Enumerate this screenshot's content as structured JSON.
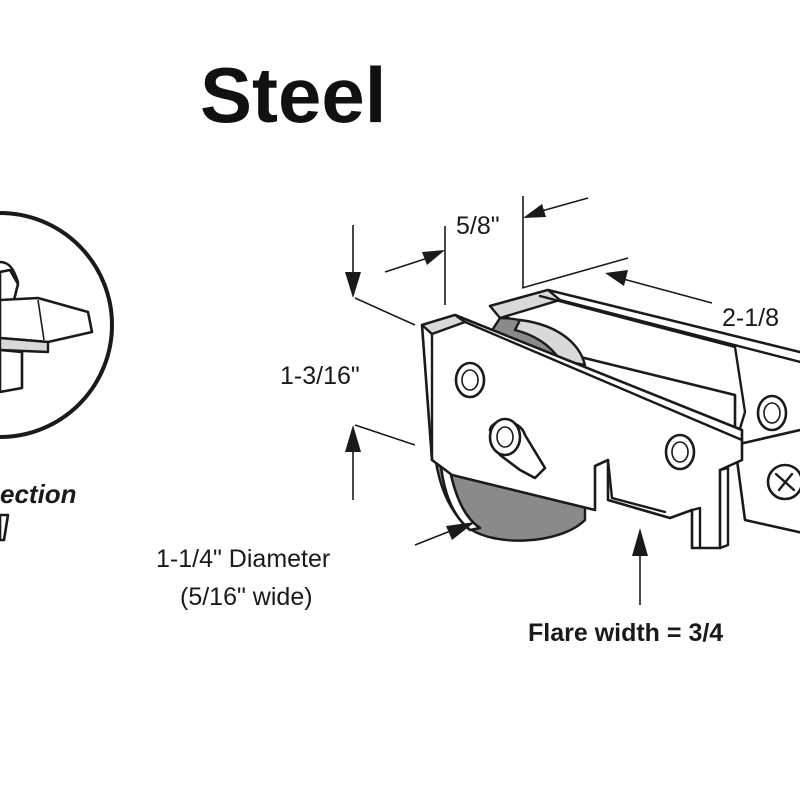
{
  "title": "Steel",
  "inset_caption": "ection",
  "dimensions": {
    "width_top": "5/8\"",
    "length": "2-1/8",
    "height": "1-3/16\"",
    "wheel_diameter": "1-1/4\" Diameter",
    "wheel_width": "(5/16\" wide)",
    "flare_width": "Flare width = 3/4"
  }
}
